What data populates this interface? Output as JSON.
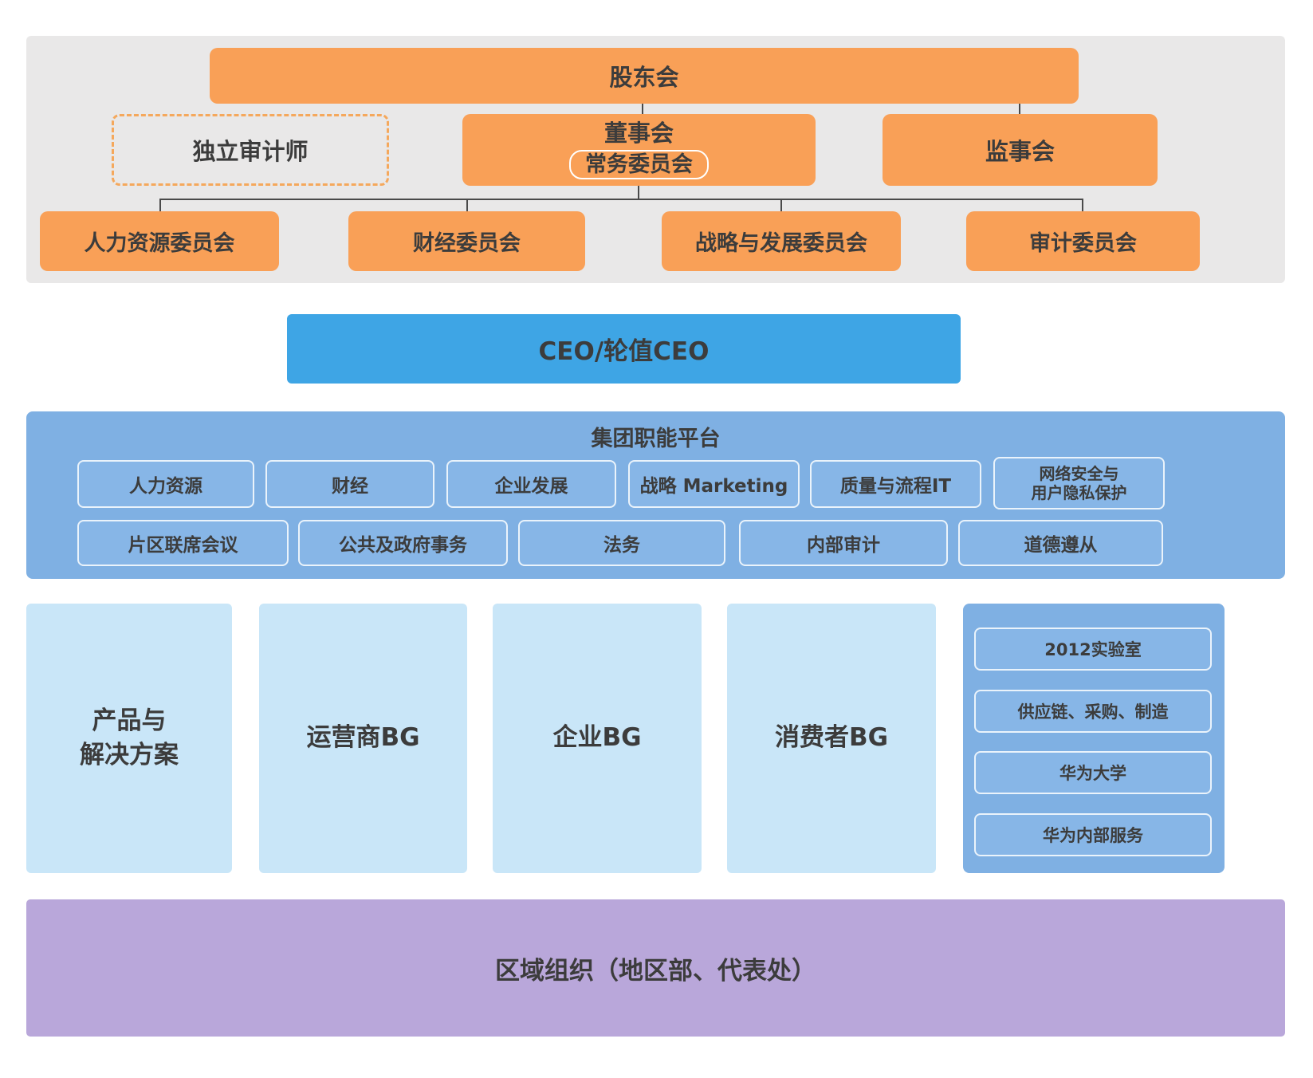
{
  "governance": {
    "shareholders": "股东会",
    "independent_auditor": "独立审计师",
    "board": "董事会",
    "executive_committee": "常务委员会",
    "supervisory_board": "监事会",
    "committees": [
      "人力资源委员会",
      "财经委员会",
      "战略与发展委员会",
      "审计委员会"
    ]
  },
  "ceo": "CEO/轮值CEO",
  "platform": {
    "title": "集团职能平台",
    "row1": [
      "人力资源",
      "财经",
      "企业发展",
      "战略 Marketing",
      "质量与流程IT",
      "网络安全与\n用户隐私保护"
    ],
    "row2": [
      "片区联席会议",
      "公共及政府事务",
      "法务",
      "内部审计",
      "道德遵从"
    ]
  },
  "business_groups": [
    "产品与\n解决方案",
    "运营商BG",
    "企业BG",
    "消费者BG"
  ],
  "support_units": [
    "2012实验室",
    "供应链、采购、制造",
    "华为大学",
    "华为内部服务"
  ],
  "regional": "区域组织（地区部、代表处）",
  "colors": {
    "orange": "#F9A057",
    "panel_gray": "#E9E8E8",
    "ceo_blue": "#3EA5E5",
    "platform_blue": "#7FB0E3",
    "tile_blue": "#87B6E7",
    "light_blue": "#C9E6F8",
    "purple": "#B9A7DA",
    "text": "#3C3C3C"
  }
}
